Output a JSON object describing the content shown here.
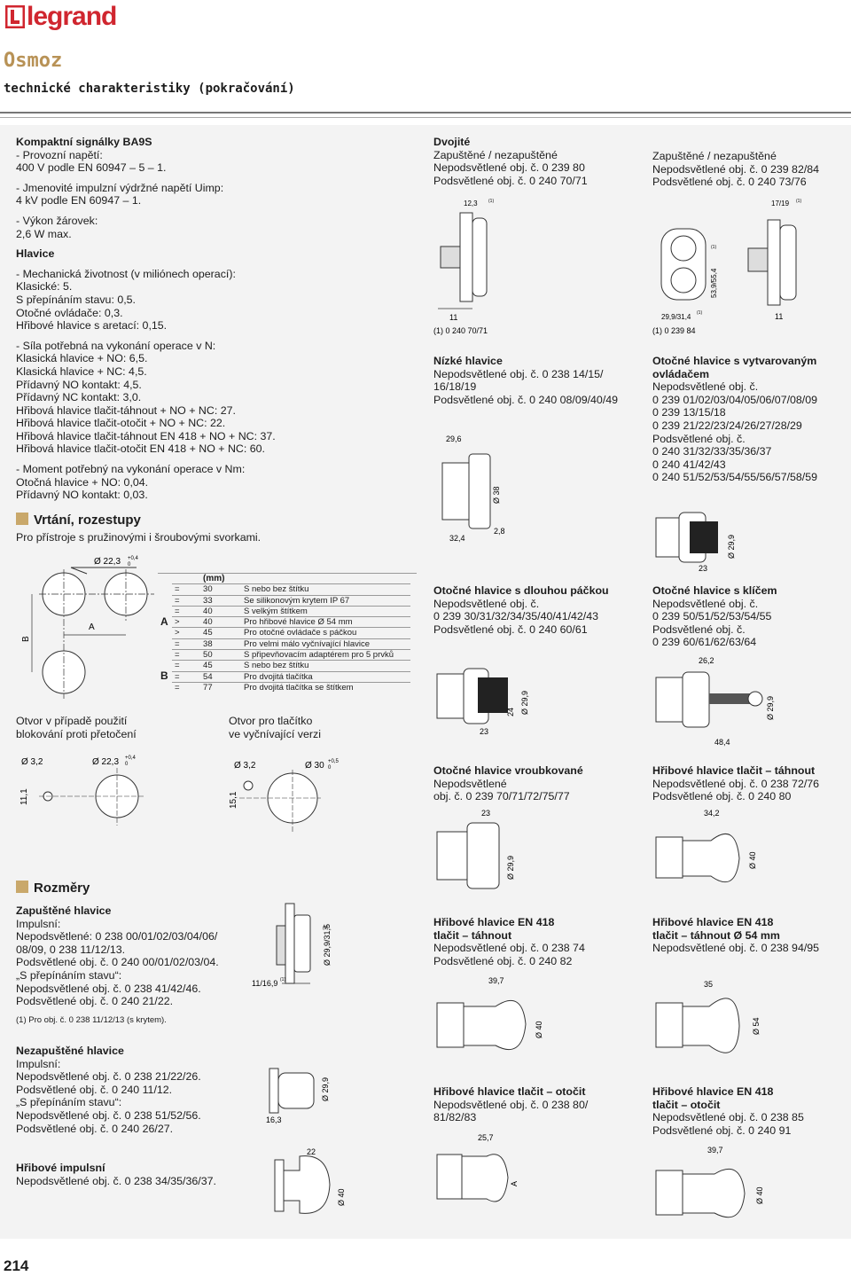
{
  "brand": {
    "name": "legrand"
  },
  "header": {
    "title": "Osmoz",
    "subtitle": "technické charakteristiky (pokračování)"
  },
  "left_column": {
    "intro": [
      {
        "text": "Kompaktní signálky BA9S",
        "bold": true
      },
      {
        "text": "- Provozní napětí:"
      },
      {
        "text": "400 V podle EN 60947 – 5 – 1."
      },
      {
        "text": "- Jmenovité impulzní výdržné napětí Uimp:"
      },
      {
        "text": "4 kV podle EN 60947 – 1."
      },
      {
        "text": "- Výkon žárovek:"
      },
      {
        "text": "2,6 W max."
      },
      {
        "text": "Hlavice",
        "bold": true
      },
      {
        "text": "- Mechanická životnost (v miliónech operací):"
      },
      {
        "text": "Klasické: 5."
      },
      {
        "text": "S přepínáním stavu: 0,5."
      },
      {
        "text": "Otočné ovládače: 0,3."
      },
      {
        "text": "Hřibové hlavice s aretací: 0,15."
      },
      {
        "text": "- Síla potřebná na vykonání operace v N:"
      },
      {
        "text": "Klasická hlavice + NO: 6,5."
      },
      {
        "text": "Klasická hlavice + NC: 4,5."
      },
      {
        "text": "Přídavný NO kontakt: 4,5."
      },
      {
        "text": "Přídavný NC kontakt: 3,0."
      },
      {
        "text": "Hřibová hlavice tlačit-táhnout + NO + NC: 27."
      },
      {
        "text": "Hřibová hlavice tlačit-otočit + NO + NC: 22."
      },
      {
        "text": "Hřibová hlavice tlačit-táhnout EN 418 + NO + NC: 37."
      },
      {
        "text": "Hřibová hlavice tlačit-otočit EN 418 + NO + NC: 60."
      },
      {
        "text": "- Moment potřebný na vykonání operace v Nm:"
      },
      {
        "text": "Otočná hlavice + NO: 0,04."
      },
      {
        "text": "Přídavný NO kontakt: 0,03."
      }
    ],
    "drilling": {
      "title": "Vrtání, rozestupy",
      "subtitle": "Pro přístroje s pružinovými i šroubovými svorkami.",
      "dia_top": "Ø 22,3",
      "tol_top": "+0,4",
      "tol_top2": "0",
      "label_a": "A",
      "label_b": "B",
      "table_header": "(mm)",
      "group_a": "A",
      "group_b": "B",
      "rows_a": [
        {
          "op": "=",
          "val": "30",
          "desc": "S nebo bez štítku"
        },
        {
          "op": "=",
          "val": "33",
          "desc": "Se silikonovým krytem IP 67"
        },
        {
          "op": "=",
          "val": "40",
          "desc": "S velkým štítkem"
        },
        {
          "op": ">",
          "val": "40",
          "desc": "Pro hřibové hlavice Ø 54 mm"
        },
        {
          "op": ">",
          "val": "45",
          "desc": "Pro otočné ovládače s páčkou"
        },
        {
          "op": "=",
          "val": "38",
          "desc": "Pro velmi málo vyčnívající hlavice"
        },
        {
          "op": "=",
          "val": "50",
          "desc": "S připevňovacím adaptérem pro 5 prvků"
        }
      ],
      "rows_b": [
        {
          "op": "=",
          "val": "45",
          "desc": "S nebo bez štítku"
        },
        {
          "op": "=",
          "val": "54",
          "desc": "Pro dvojitá tlačítka"
        },
        {
          "op": "=",
          "val": "77",
          "desc": "Pro dvojitá tlačítka se štítkem"
        }
      ],
      "hole1_caption": [
        "Otvor v případě použití",
        "blokování proti přetočení"
      ],
      "hole2_caption": [
        "Otvor pro tlačítko",
        "ve vyčnívající verzi"
      ],
      "h1_d_small": "Ø 3,2",
      "h1_d_big": "Ø 22,3",
      "h1_tol": "+0,4",
      "h1_tol2": "0",
      "h1_dim": "11,1",
      "h2_d_small": "Ø 3,2",
      "h2_d_big": "Ø 30",
      "h2_tol": "+0,5",
      "h2_tol2": "0",
      "h2_dim": "15,1"
    },
    "dimensions": {
      "title": "Rozměry",
      "zap": [
        {
          "text": "Zapuštěné hlavice",
          "bold": true
        },
        {
          "text": "Impulsní:"
        },
        {
          "text": "Nepodsvětlené: 0 238 00/01/02/03/04/06/"
        },
        {
          "text": "08/09, 0 238 11/12/13."
        },
        {
          "text": "Podsvětlené obj. č. 0 240 00/01/02/03/04."
        },
        {
          "text": "„S přepínáním stavu“:"
        },
        {
          "text": "Nepodsvětlené obj. č. 0 238 41/42/46."
        },
        {
          "text": "Podsvětlené obj. č. 0 240 21/22."
        }
      ],
      "zap_note": "(1) Pro obj. č. 0 238 11/12/13 (s krytem).",
      "zap_dim1": "11/16,9",
      "zap_dim1_sup": "(1)",
      "zap_dim2": "Ø 29,9/31,5",
      "zap_dim2_sup": "(1)",
      "nezap": [
        {
          "text": "Nezapuštěné hlavice",
          "bold": true
        },
        {
          "text": "Impulsní:"
        },
        {
          "text": "Nepodsvětlené obj. č. 0 238 21/22/26."
        },
        {
          "text": "Podsvětlené obj. č. 0 240 11/12."
        },
        {
          "text": "„S přepínáním stavu“:"
        },
        {
          "text": "Nepodsvětlené obj. č. 0 238 51/52/56."
        },
        {
          "text": "Podsvětlené obj. č. 0 240 26/27."
        }
      ],
      "nezap_dim1": "16,3",
      "nezap_dim2": "Ø 29,9",
      "hrib": [
        {
          "text": "Hřibové impulsní",
          "bold": true
        },
        {
          "text": "Nepodsvětlené obj. č. 0 238 34/35/36/37."
        }
      ],
      "hrib_dim1": "22",
      "hrib_dim2": "Ø 40"
    }
  },
  "middle_column": {
    "dvojite": {
      "title": "Dvojité",
      "lines": [
        "Zapuštěné / nezapuštěné",
        "Nepodsvětlené obj. č. 0 239 80",
        "Podsvětlené obj. č. 0 240 70/71"
      ],
      "dim_top": "12,3",
      "dim_top_sup": "(1)",
      "dim_bottom": "11",
      "note": "(1) 0 240 70/71"
    },
    "nizke": {
      "title": "Nízké hlavice",
      "lines": [
        "Nepodsvětlené obj. č. 0 238 14/15/",
        "16/18/19",
        "Podsvětlené obj. č. 0 240 08/09/40/49"
      ],
      "dim_a": "29,6",
      "dim_b": "Ø 38",
      "dim_c": "32,4",
      "dim_d": "2,8"
    },
    "packa": {
      "title": "Otočné hlavice s dlouhou páčkou",
      "lines": [
        "Nepodsvětlené obj. č.",
        "0 239 30/31/32/34/35/40/41/42/43",
        "Podsvětlené obj. č. 0 240 60/61"
      ],
      "dim_a": "24",
      "dim_b": "Ø 29,9",
      "dim_c": "23"
    },
    "vroubkovane": {
      "title": "Otočné hlavice vroubkované",
      "lines": [
        "Nepodsvětlené",
        "obj. č. 0 239 70/71/72/75/77"
      ],
      "dim_a": "23",
      "dim_b": "Ø 29,9"
    },
    "en418_tahnout": {
      "title": [
        "Hřibové hlavice EN 418",
        "tlačit – táhnout"
      ],
      "lines": [
        "Nepodsvětlené obj. č. 0 238 74",
        "Podsvětlené obj. č. 0 240 82"
      ],
      "dim_a": "39,7",
      "dim_b": "Ø 40"
    },
    "otocit": {
      "title": "Hřibové hlavice tlačit – otočit",
      "lines": [
        "Nepodsvětlené obj. č. 0 238 80/",
        "81/82/83"
      ],
      "dim_a": "25,7",
      "dim_b": "A"
    }
  },
  "right_column": {
    "dvojite_r": {
      "lines": [
        "Zapuštěné / nezapuštěné",
        "Nepodsvětlené obj. č. 0 239 82/84",
        "Podsvětlené obj. č. 0 240 73/76"
      ],
      "dim_top": "17/19",
      "dim_top_sup": "(1)",
      "dim_h": "53,9/55,4",
      "dim_h_sup": "(1)",
      "dim_w": "29,9/31,4",
      "dim_w_sup": "(1)",
      "dim_b": "11",
      "note": "(1) 0 239 84"
    },
    "vytvarovanym": {
      "title": [
        "Otočné hlavice s vytvarovaným",
        "ovládačem"
      ],
      "lines": [
        "Nepodsvětlené obj. č.",
        "0 239 01/02/03/04/05/06/07/08/09",
        "0 239 13/15/18",
        "0 239 21/22/23/24/26/27/28/29",
        "Podsvětlené obj. č.",
        "0 240 31/32/33/35/36/37",
        "0 240 41/42/43",
        "0 240 51/52/53/54/55/56/57/58/59"
      ],
      "dim_a": "Ø 29,9",
      "dim_b": "23"
    },
    "klicem": {
      "title": "Otočné hlavice s klíčem",
      "lines": [
        "Nepodsvětlené obj. č.",
        "0 239 50/51/52/53/54/55",
        "Podsvětlené obj. č.",
        "0 239 60/61/62/63/64"
      ],
      "dim_a": "26,2",
      "dim_b": "Ø 29,9",
      "dim_c": "48,4"
    },
    "tahnout": {
      "title": "Hřibové hlavice tlačit – táhnout",
      "lines": [
        "Nepodsvětlené obj. č. 0 238 72/76",
        "Podsvětlené obj. č. 0 240 80"
      ],
      "dim_a": "34,2",
      "dim_b": "Ø 40"
    },
    "en418_54": {
      "title": [
        "Hřibové hlavice EN 418",
        "tlačit – táhnout Ø 54 mm"
      ],
      "lines": [
        "Nepodsvětlené obj. č. 0 238 94/95"
      ],
      "dim_a": "35",
      "dim_b": "Ø 54"
    },
    "en418_otocit": {
      "title": [
        "Hřibové hlavice EN 418",
        "tlačit – otočit"
      ],
      "lines": [
        "Nepodsvětlené obj. č. 0 238 85",
        "Podsvětlené obj. č. 0 240 91"
      ],
      "dim_a": "39,7",
      "dim_b": "Ø 40"
    }
  },
  "footer": {
    "page_number": "214"
  },
  "colors": {
    "brand": "#d0262f",
    "title": "#b89256",
    "panel": "#f3f3f3",
    "square": "#c9a86b"
  }
}
